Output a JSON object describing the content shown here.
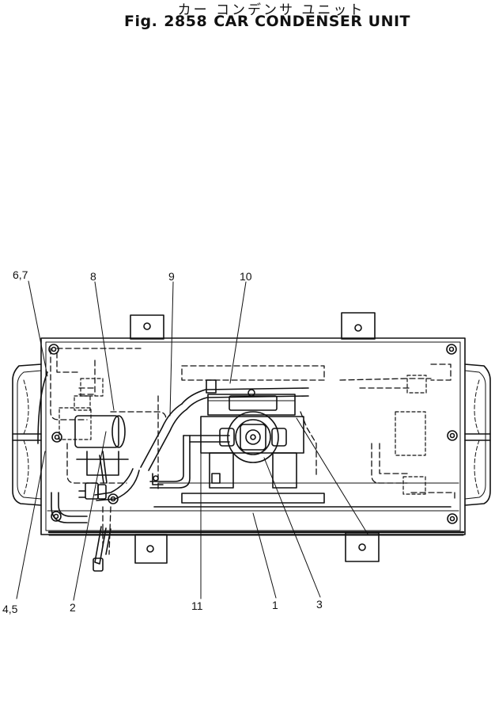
{
  "header": {
    "title_jp": "カー コンデンサ ユニット",
    "fig_prefix": "Fig.",
    "fig_number": "2858",
    "title_en": "CAR CONDENSER UNIT"
  },
  "callouts": {
    "c67": "6,7",
    "c8": "8",
    "c9": "9",
    "c10": "10",
    "c45": "4,5",
    "c2": "2",
    "c11": "11",
    "c1": "1",
    "c3": "3"
  }
}
